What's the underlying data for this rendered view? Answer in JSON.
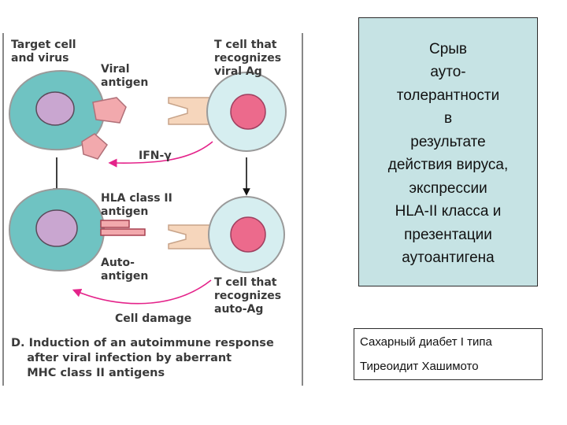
{
  "figure": {
    "labels": {
      "target_cell": "Target cell\nand virus",
      "viral_antigen": "Viral\nantigen",
      "t_cell_viral": "T cell that\nrecognizes\nviral Ag",
      "ifn": "IFN-γ",
      "hla_class_ii": "HLA class II\nantigen",
      "autoantigen": "Auto-\nantigen",
      "t_cell_auto": "T cell that\nrecognizes\nauto-Ag",
      "cell_damage": "Cell damage"
    },
    "caption": "D. Induction of an autoimmune response\n    after viral infection by aberrant\n    MHC class II antigens",
    "colors": {
      "cell_fill": "#6fc3c2",
      "target_nucleus": "#c9a6d0",
      "t_cell_fill": "#d6eef0",
      "t_cell_nucleus": "#ec6a8c",
      "antigen_fill": "#f2a9ad",
      "receptor_fill": "#f6d6bc",
      "arrow_magenta": "#e4238a"
    }
  },
  "side_box": {
    "text": "Срыв\nауто-\nтолерантности\nв\nрезультате\nдействия вируса,\nэкспрессии\nHLA-II класса и\nпрезентации\nаутоантигена",
    "background": "#c6e3e4"
  },
  "diseases": [
    "Сахарный диабет I типа",
    "Тиреоидит Хашимото"
  ]
}
